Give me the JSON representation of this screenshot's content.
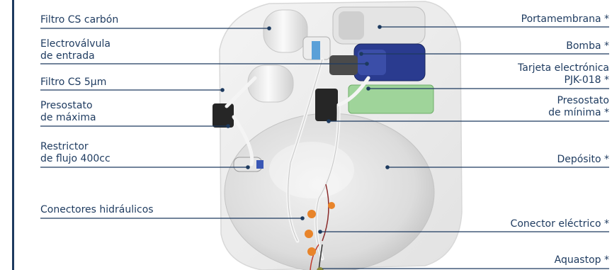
{
  "left_labels": {
    "filtro_carbon": [
      "Filtro CS carbón"
    ],
    "electrovalvula": [
      "Electroválvula",
      "de entrada"
    ],
    "filtro_5um": [
      "Filtro CS 5µm"
    ],
    "presostato_maxima": [
      "Presostato",
      "de máxima"
    ],
    "restrictor": [
      "Restrictor",
      "de flujo 400cc"
    ],
    "conectores": [
      "Conectores hidráulicos"
    ]
  },
  "right_labels": {
    "portamembrana": [
      "Portamembrana *"
    ],
    "bomba": [
      "Bomba *"
    ],
    "tarjeta": [
      "Tarjeta electrónica",
      "PJK-018 *"
    ],
    "presostato_minima": [
      "Presostato",
      "de mínima *"
    ],
    "deposito": [
      "Depósito *"
    ],
    "conector_electrico": [
      "Conector eléctrico *"
    ],
    "aquastop": [
      "Aquastop *"
    ]
  },
  "colors": {
    "accent": "#1d3a5f",
    "enclosure": "#ebebeb",
    "tank": "#e2e2e2",
    "pcb": "#9fd49a",
    "pump": "#2a3b8f",
    "connector": "#e8842a"
  }
}
